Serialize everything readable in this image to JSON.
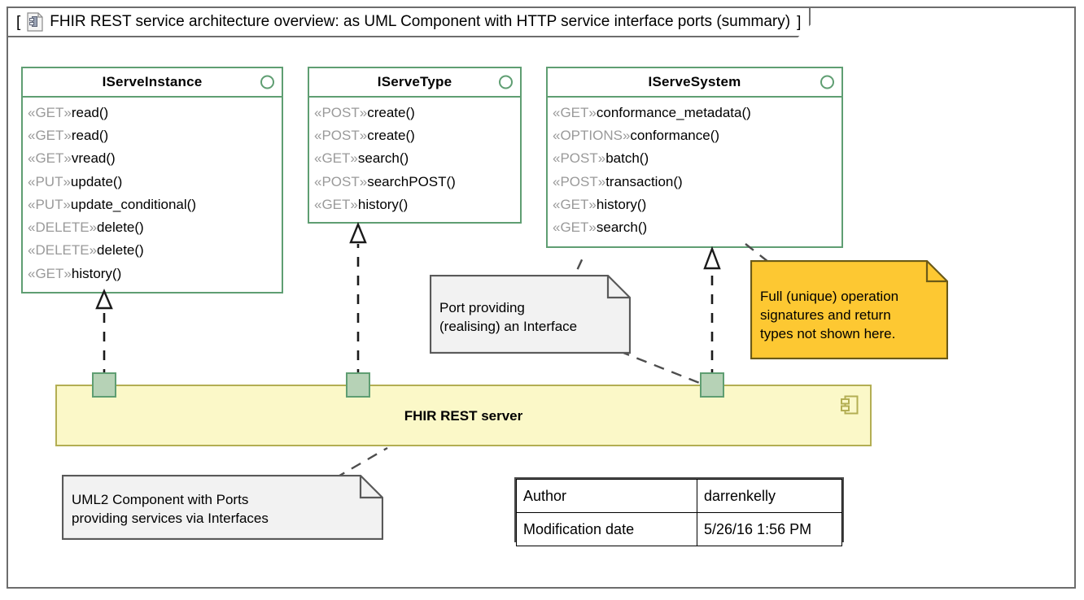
{
  "frame": {
    "icon": "component-document-icon",
    "bracket_open": "[",
    "bracket_close": "]",
    "title": "FHIR REST service architecture overview: as UML Component with HTTP service interface ports (summary)"
  },
  "interfaces": [
    {
      "name": "IServeInstance",
      "lollipop": "provided-interface-icon",
      "operations": [
        {
          "stereotype": "«GET»",
          "label": "read()"
        },
        {
          "stereotype": "«GET»",
          "label": "read()"
        },
        {
          "stereotype": "«GET»",
          "label": "vread()"
        },
        {
          "stereotype": "«PUT»",
          "label": "update()"
        },
        {
          "stereotype": "«PUT»",
          "label": "update_conditional()"
        },
        {
          "stereotype": "«DELETE»",
          "label": "delete()"
        },
        {
          "stereotype": "«DELETE»",
          "label": "delete()"
        },
        {
          "stereotype": "«GET»",
          "label": "history()"
        }
      ]
    },
    {
      "name": "IServeType",
      "lollipop": "provided-interface-icon",
      "operations": [
        {
          "stereotype": "«POST»",
          "label": "create()"
        },
        {
          "stereotype": "«POST»",
          "label": "create()"
        },
        {
          "stereotype": "«GET»",
          "label": "search()"
        },
        {
          "stereotype": "«POST»",
          "label": "searchPOST()"
        },
        {
          "stereotype": "«GET»",
          "label": "history()"
        }
      ]
    },
    {
      "name": "IServeSystem",
      "lollipop": "provided-interface-icon",
      "operations": [
        {
          "stereotype": "«GET»",
          "label": "conformance_metadata()"
        },
        {
          "stereotype": "«OPTIONS»",
          "label": "conformance()"
        },
        {
          "stereotype": "«POST»",
          "label": "batch()"
        },
        {
          "stereotype": "«POST»",
          "label": "transaction()"
        },
        {
          "stereotype": "«GET»",
          "label": "history()"
        },
        {
          "stereotype": "«GET»",
          "label": "search()"
        }
      ]
    }
  ],
  "component": {
    "name": "FHIR REST server",
    "icon": "uml-component-icon",
    "fill": "#fbf8c8",
    "border": "#b3ae53",
    "ports": [
      {
        "name": "port-iserveinstance"
      },
      {
        "name": "port-iservetype"
      },
      {
        "name": "port-iservesystem"
      }
    ]
  },
  "notes": [
    {
      "id": "note-port-interface",
      "line1": "Port providing",
      "line2": "(realising) an Interface",
      "line3": "",
      "fill": "#f2f2f2",
      "border": "#595959"
    },
    {
      "id": "note-signatures",
      "line1": "Full (unique) operation",
      "line2": "signatures and return",
      "line3": "types not shown here.",
      "fill": "#fdc832",
      "border": "#6b5a18"
    },
    {
      "id": "note-component-ports",
      "line1": "UML2 Component with Ports",
      "line2": "providing services via Interfaces",
      "line3": "",
      "fill": "#f2f2f2",
      "border": "#595959"
    }
  ],
  "meta_table": {
    "rows": [
      {
        "key": "Author",
        "value": "darrenkelly"
      },
      {
        "key": "Modification date",
        "value": "5/26/16 1:56 PM"
      }
    ]
  }
}
